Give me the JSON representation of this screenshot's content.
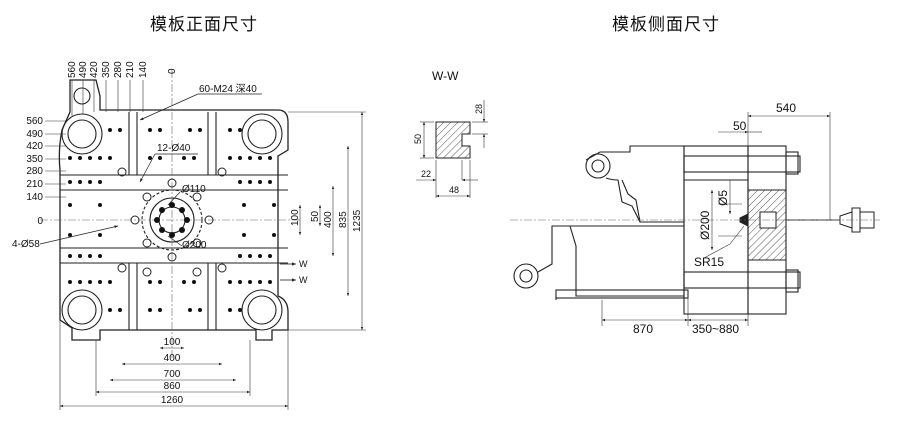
{
  "front_view": {
    "title": "模板正面尺寸",
    "top_ticks": [
      "560",
      "490",
      "420",
      "350",
      "280",
      "210",
      "140",
      "0"
    ],
    "left_ticks": [
      "560",
      "490",
      "420",
      "350",
      "280",
      "210",
      "140",
      "0"
    ],
    "callouts": {
      "tap_holes": "60-M24 深40",
      "center_holes": "12-Ø40",
      "corner_holes": "4-Ø58",
      "ring_110": "Ø110",
      "ring_200": "Ø200"
    },
    "right_dims": [
      "100",
      "50",
      "400",
      "835",
      "1235"
    ],
    "section_marks": [
      "W",
      "W"
    ],
    "bottom_dims": [
      "100",
      "400",
      "700",
      "860",
      "1260"
    ]
  },
  "section_view": {
    "title": "W-W",
    "dims": {
      "depth": "28",
      "height": "50",
      "offset": "22",
      "width": "48"
    }
  },
  "side_view": {
    "title": "模板侧面尺寸",
    "dims": {
      "top": "540",
      "inner": "50",
      "nozzle_hole": "Ø5",
      "locating_ring": "Ø200",
      "radius": "SR15",
      "left_bottom": "870",
      "stroke": "350~880"
    }
  },
  "colors": {
    "line": "#222222",
    "hatch": "#555555",
    "dim_line": "#333333"
  }
}
